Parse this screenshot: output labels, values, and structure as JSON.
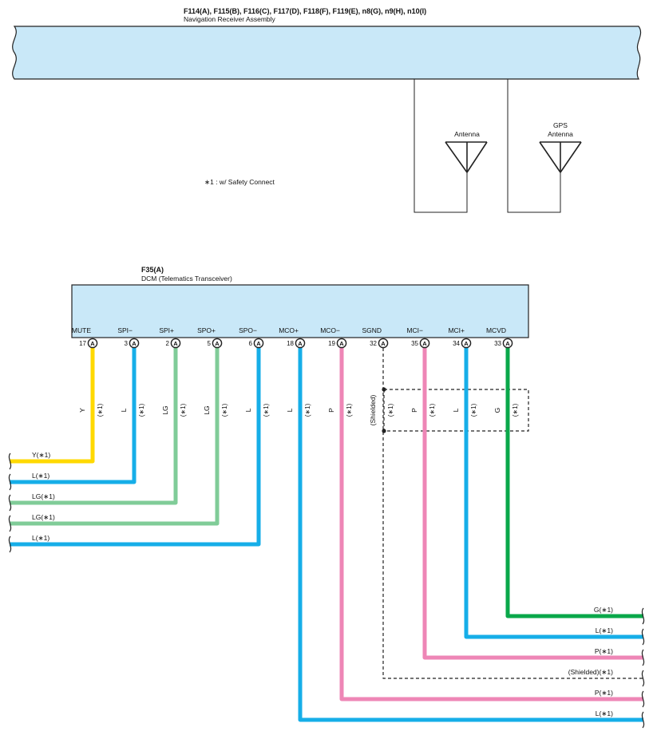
{
  "top_connector": {
    "codes": "F114(A), F115(B), F116(C), F117(D), F118(F), F119(E), n8(G), n9(H), n10(I)",
    "name": "Navigation Receiver Assembly"
  },
  "antennas": [
    {
      "label": "Antenna"
    },
    {
      "label": "GPS\nAntenna",
      "line1": "GPS",
      "line2": "Antenna"
    }
  ],
  "note": "∗1 : w/ Safety Connect",
  "dcm": {
    "code": "F35(A)",
    "name": "DCM (Telematics Transceiver)"
  },
  "colors": {
    "box_fill": "#c9e8f8",
    "Y": "#ffd900",
    "L": "#16aee8",
    "LG": "#80cc98",
    "P": "#ee86b6",
    "G": "#0aa84a",
    "shield": "#222222"
  },
  "pins": [
    {
      "name": "MUTE",
      "pin": "17",
      "conn": "A",
      "wire": "Y",
      "note": "(∗1)"
    },
    {
      "name": "SPI−",
      "pin": "3",
      "conn": "A",
      "wire": "L",
      "note": "(∗1)"
    },
    {
      "name": "SPI+",
      "pin": "2",
      "conn": "A",
      "wire": "LG",
      "note": "(∗1)"
    },
    {
      "name": "SPO+",
      "pin": "5",
      "conn": "A",
      "wire": "LG",
      "note": "(∗1)"
    },
    {
      "name": "SPO−",
      "pin": "6",
      "conn": "A",
      "wire": "L",
      "note": "(∗1)"
    },
    {
      "name": "MCO+",
      "pin": "18",
      "conn": "A",
      "wire": "L",
      "note": "(∗1)"
    },
    {
      "name": "MCO−",
      "pin": "19",
      "conn": "A",
      "wire": "P",
      "note": "(∗1)"
    },
    {
      "name": "SGND",
      "pin": "32",
      "conn": "A",
      "wire": "(Shielded)",
      "note": "(∗1)"
    },
    {
      "name": "MCI−",
      "pin": "35",
      "conn": "A",
      "wire": "P",
      "note": "(∗1)"
    },
    {
      "name": "MCI+",
      "pin": "34",
      "conn": "A",
      "wire": "L",
      "note": "(∗1)"
    },
    {
      "name": "MCVD",
      "pin": "33",
      "conn": "A",
      "wire": "G",
      "note": "(∗1)"
    }
  ],
  "left_wire_labels": [
    "Y(∗1)",
    "L(∗1)",
    "LG(∗1)",
    "LG(∗1)",
    "L(∗1)"
  ],
  "right_wire_labels": [
    "G(∗1)",
    "L(∗1)",
    "P(∗1)",
    "(Shielded)(∗1)",
    "P(∗1)",
    "L(∗1)"
  ]
}
